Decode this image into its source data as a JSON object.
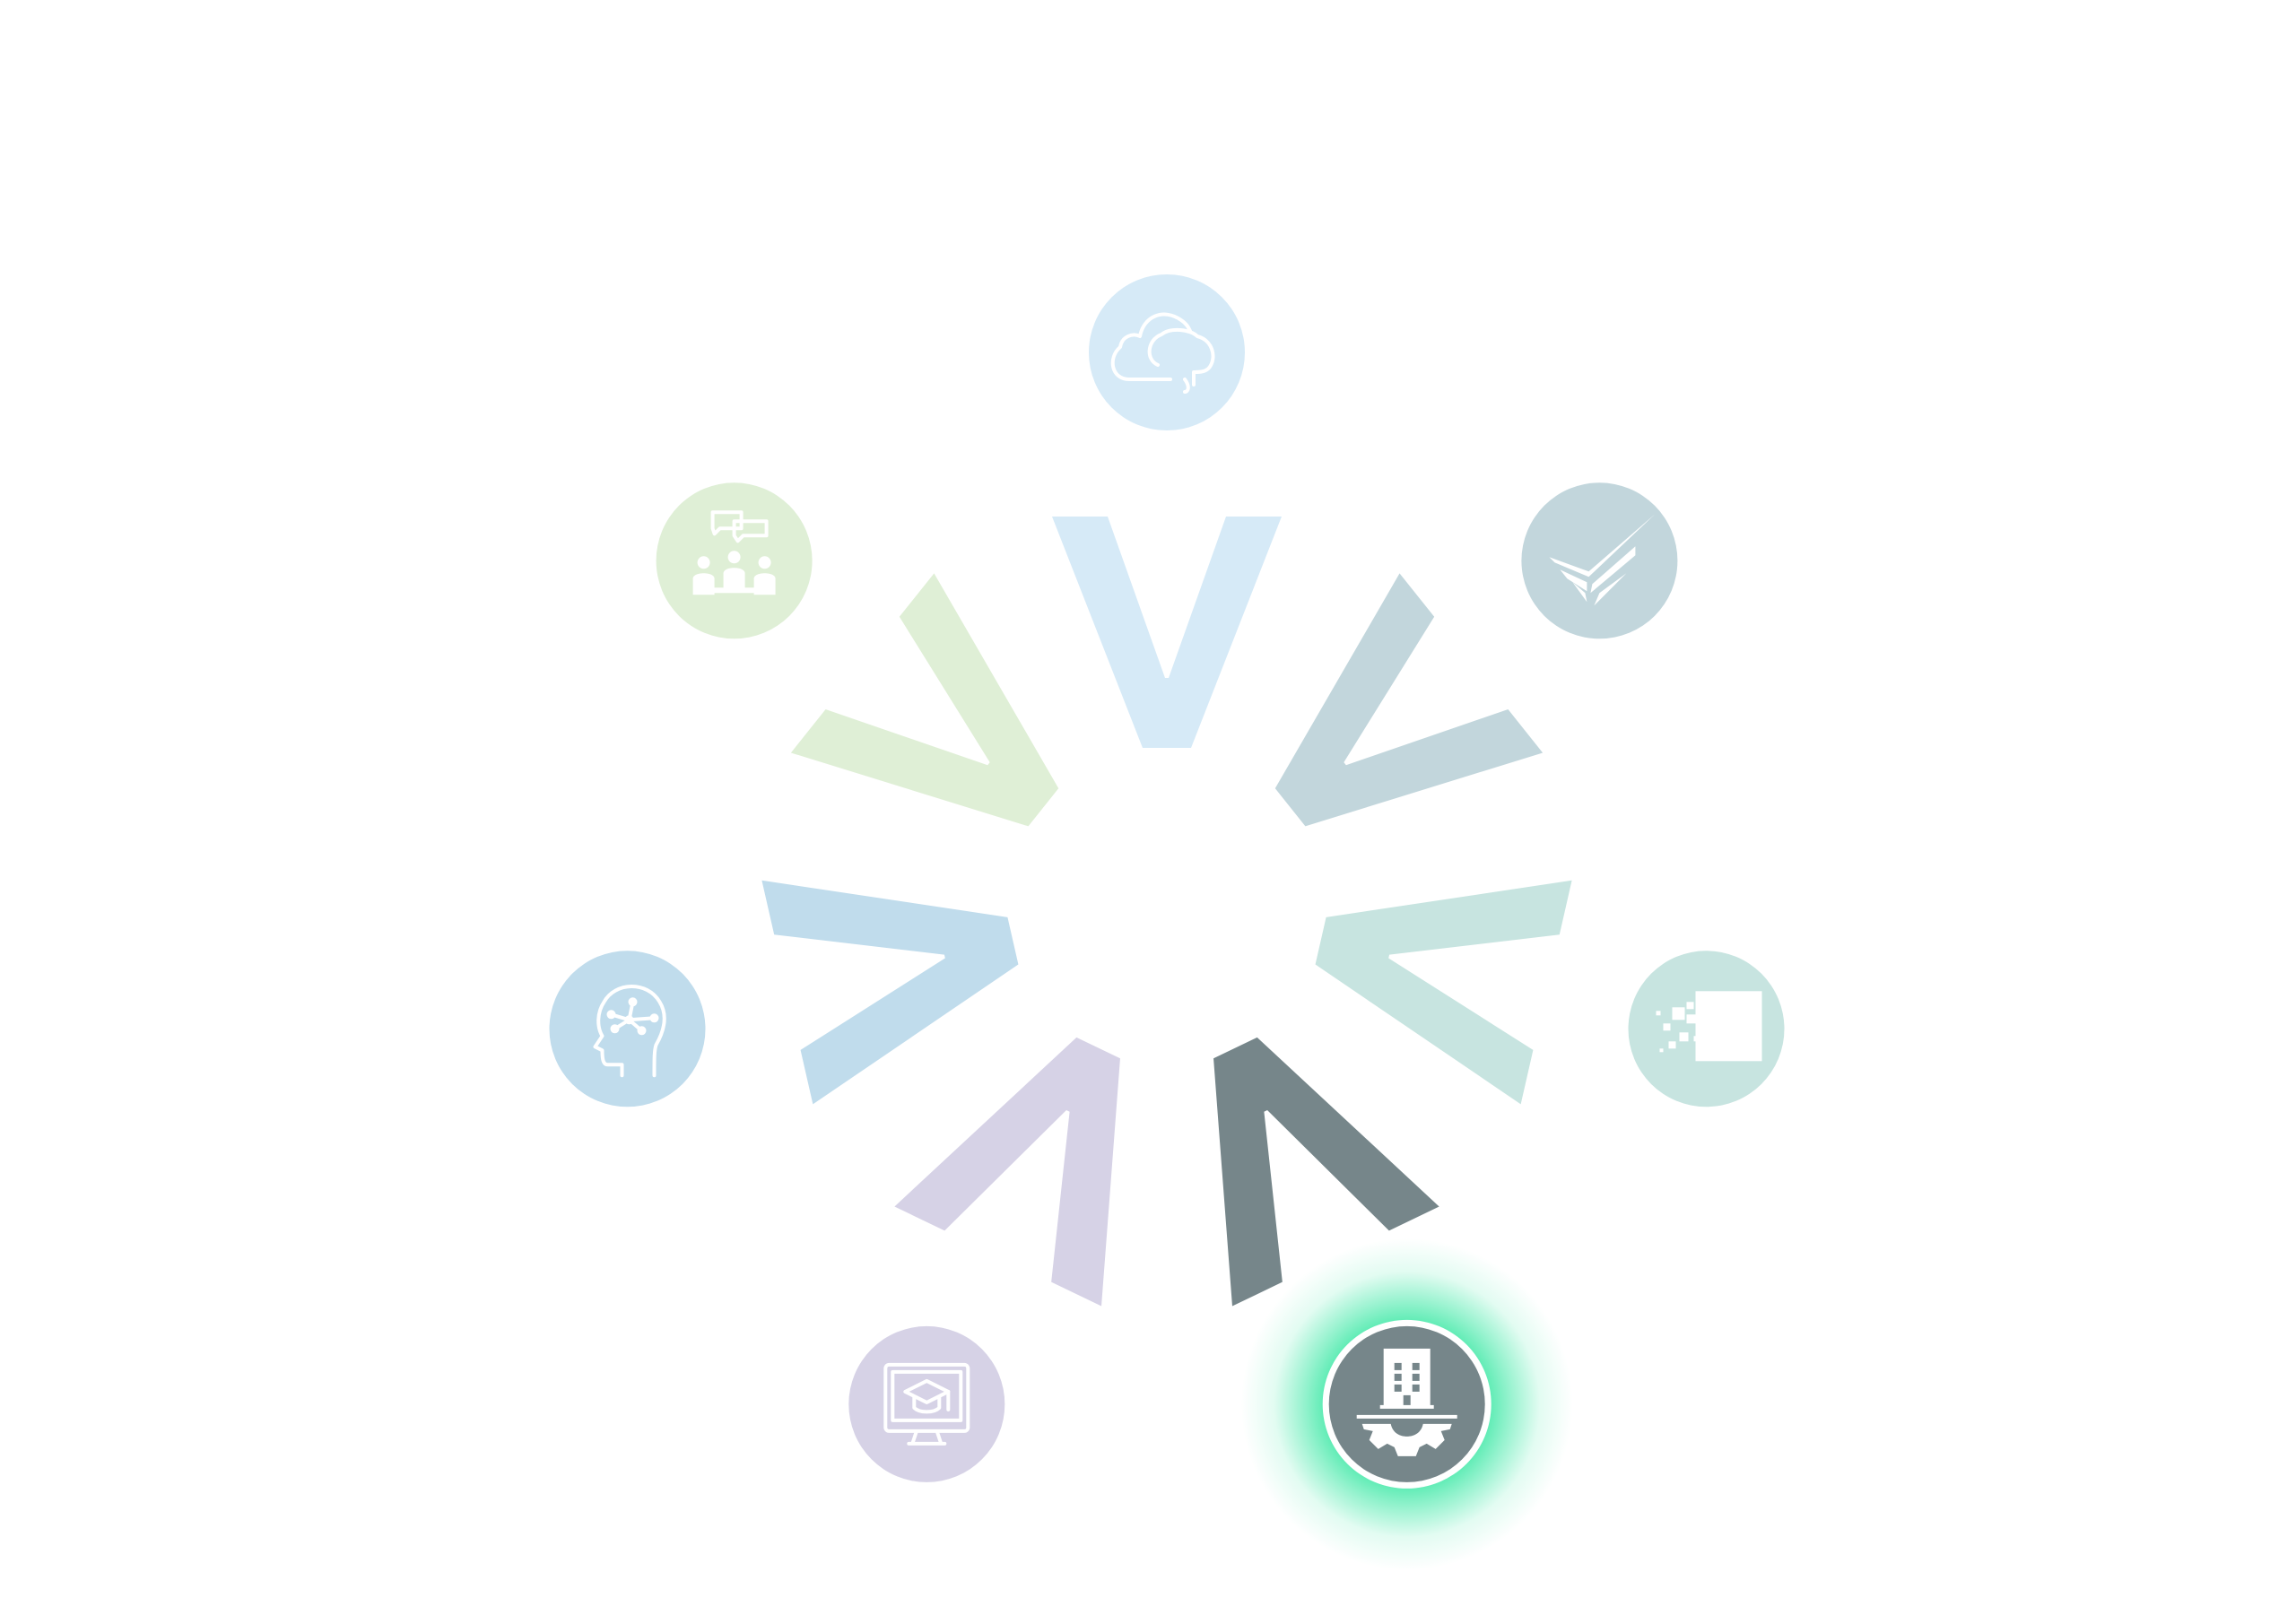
{
  "diagram": {
    "selected_node": "corporate-training",
    "glow_color": "#3FE8A6",
    "icon_color": "#FFFFFF",
    "nodes": [
      {
        "id": "cloud-brain",
        "icon": "cloud-brain-icon",
        "color": "#D6EAF7",
        "selected": false
      },
      {
        "id": "checkmark-arrow",
        "icon": "checkmark-arrow-icon",
        "color": "#C2D6DC",
        "selected": false
      },
      {
        "id": "pixel-square",
        "icon": "pixel-square-icon",
        "color": "#C7E4E0",
        "selected": false
      },
      {
        "id": "corporate-training",
        "icon": "building-gear-icon",
        "color": "#76868A",
        "selected": true
      },
      {
        "id": "online-education",
        "icon": "monitor-graduation-cap-icon",
        "color": "#D6D2E6",
        "selected": false
      },
      {
        "id": "ai-mind",
        "icon": "head-network-icon",
        "color": "#C0DCEC",
        "selected": false
      },
      {
        "id": "group-discussion",
        "icon": "people-chat-icon",
        "color": "#DFEFD6",
        "selected": false
      }
    ]
  }
}
